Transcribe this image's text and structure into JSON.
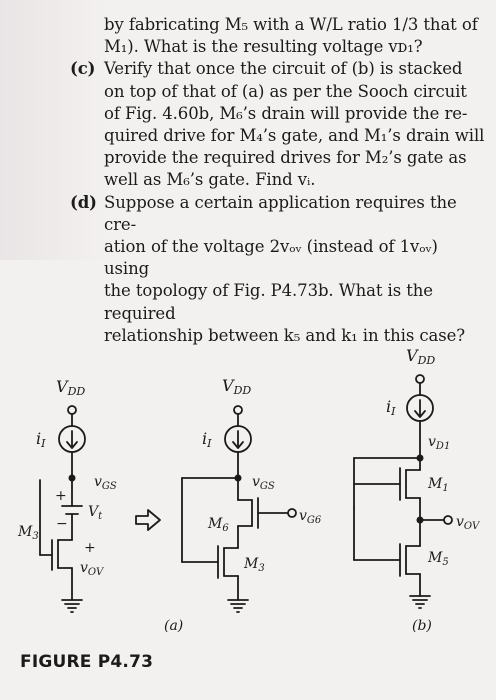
{
  "problem_text": {
    "lead_line_1": "by fabricating M₅ with a W/L ratio 1/3 that of",
    "lead_line_2": "M₁). What is the resulting voltage vᴅ₁?",
    "part_c_tag": "(c)",
    "part_c_lines": [
      "Verify that once the circuit of (b) is stacked",
      "on top of that of (a) as per the Sooch circuit",
      "of Fig. 4.60b, M₆’s drain will provide the re-",
      "quired drive for M₄’s gate, and M₁’s drain will",
      "provide the required drives for M₂’s gate as",
      "well as M₆’s gate. Find vᵢ."
    ],
    "part_d_tag": "(d)",
    "part_d_lines": [
      "Suppose a certain application requires the cre-",
      "ation of the voltage 2vₒᵥ (instead of 1vₒᵥ) using",
      "the topology of Fig. P4.73b. What is the required",
      "relationship between k₅ and k₁ in this case?"
    ]
  },
  "figure": {
    "title": "FIGURE P4.73",
    "caption_a": "(a)",
    "caption_b": "(b)",
    "labels": {
      "vdd": "V",
      "vdd_sub": "DD",
      "i": "i",
      "i_sub": "I",
      "vgs": "v",
      "vgs_sub": "GS",
      "vt": "V",
      "vt_sub": "t",
      "vov": "v",
      "vov_sub": "OV",
      "m3": "M",
      "m3_sub": "3",
      "m6": "M",
      "m6_sub": "6",
      "vg6": "v",
      "vg6_sub": "G6",
      "vd1": "v",
      "vd1_sub": "D1",
      "m1": "M",
      "m1_sub": "1",
      "m5": "M",
      "m5_sub": "5",
      "plus": "+",
      "minus": "−"
    }
  }
}
